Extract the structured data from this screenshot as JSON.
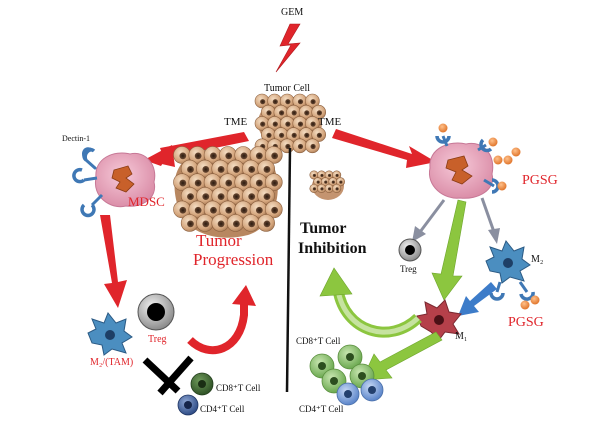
{
  "labels": {
    "gem": "GEM",
    "tumor_cell": "Tumor Cell",
    "tme_left": "TME",
    "tme_right": "TME",
    "dectin": "Dectin-1",
    "mdsc": "MDSC",
    "tumor_progression_1": "Tumor",
    "tumor_progression_2": "Progression",
    "tumor_inhibition_1": "Tumor",
    "tumor_inhibition_2": "Inhibition",
    "treg_left": "Treg",
    "m2_tam": "M₂/(TAM)",
    "cd8_left": "CD8⁺T Cell",
    "cd4_left": "CD4⁺T Cell",
    "pgsg_top": "PGSG",
    "pgsg_bottom": "PGSG",
    "treg_right": "Treg",
    "m2_right": "M₂",
    "m1": "M₁",
    "cd8_right": "CD8⁺T Cell",
    "cd4_right": "CD4⁺T Cell"
  },
  "colors": {
    "red_arrow": "#e0252b",
    "green_arrow": "#8cc63f",
    "blue_arrow": "#3d7cc9",
    "mdsc_pink": "#e4a0b6",
    "nucleus_orange": "#c8602a",
    "receptor_blue": "#3f78b5",
    "pgsg_orange": "#e8853b",
    "tumor_tan": "#d9b48f",
    "m2_blue": "#4b8ec0",
    "m1_red": "#b5404a",
    "cd8_green": "#7fbf5f",
    "cd4_blue": "#6f98d6"
  }
}
